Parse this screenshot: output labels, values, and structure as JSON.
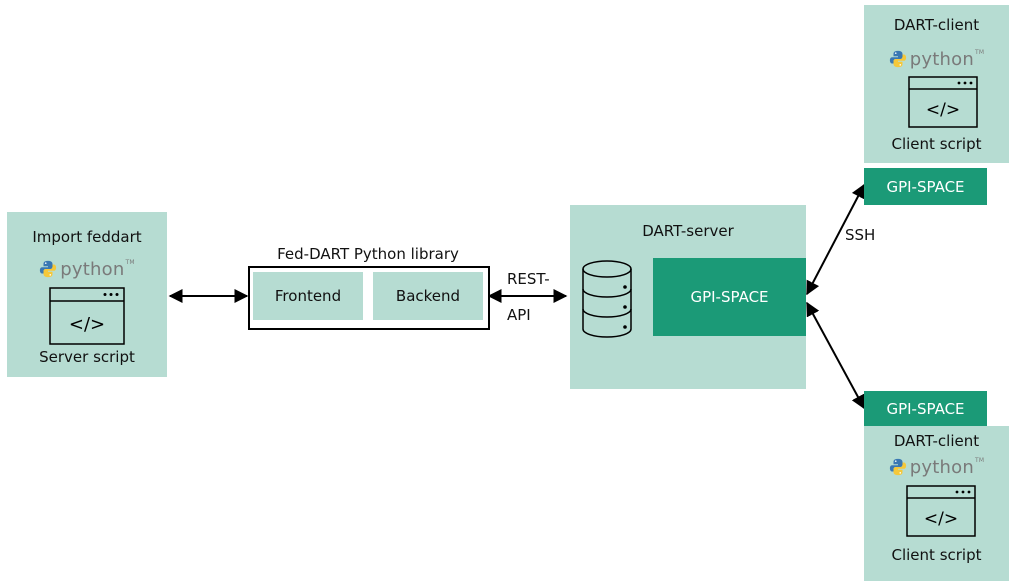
{
  "server_node": {
    "title": "Import feddart",
    "python_text": "python",
    "caption": "Server script",
    "code_symbol": "</>"
  },
  "library": {
    "title": "Fed-DART Python library",
    "frontend_label": "Frontend",
    "backend_label": "Backend"
  },
  "rest_api": {
    "line1": "REST-",
    "line2": "API"
  },
  "dart_server": {
    "title": "DART-server",
    "gpi_label": "GPI-SPACE"
  },
  "ssh_label": "SSH",
  "clients": [
    {
      "title": "DART-client",
      "python_text": "python",
      "caption": "Client script",
      "code_symbol": "</>",
      "gpi_label": "GPI-SPACE"
    },
    {
      "title": "DART-client",
      "python_text": "python",
      "caption": "Client script",
      "code_symbol": "</>",
      "gpi_label": "GPI-SPACE"
    }
  ],
  "colors": {
    "light_box": "#b6dcd2",
    "dark_box": "#1b9a77",
    "python_blue": "#3a78b3",
    "python_yellow": "#f5c83a"
  }
}
